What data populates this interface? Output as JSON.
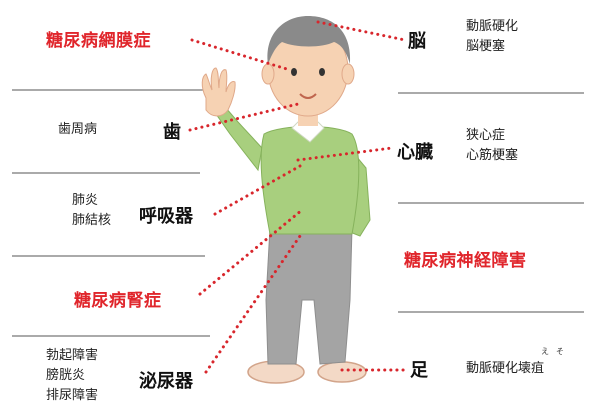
{
  "diseases": {
    "retinopathy": "糖尿病網膜症",
    "nephropathy": "糖尿病腎症",
    "neuropathy": "糖尿病神経障害"
  },
  "organs": {
    "brain": "脳",
    "teeth": "歯",
    "heart": "心臓",
    "respiratory": "呼吸器",
    "urinary": "泌尿器",
    "foot": "足"
  },
  "conditions": {
    "brain": [
      "動脈硬化",
      "脳梗塞"
    ],
    "teeth": [
      "歯周病"
    ],
    "heart": [
      "狭心症",
      "心筋梗塞"
    ],
    "respiratory": [
      "肺炎",
      "肺結核"
    ],
    "urinary": [
      "勃起障害",
      "膀胱炎",
      "排尿障害"
    ],
    "foot": "動脈硬化壊疽",
    "foot_ruby": [
      "え",
      "そ"
    ]
  },
  "colors": {
    "accent_red": "#e0262c",
    "leader_red": "#d8262c",
    "shirt_green": "#a8cf7e",
    "pants_gray": "#a4a4a4",
    "skin": "#f6d2b3",
    "hair_gray": "#8a8a8a",
    "divider": "#555555"
  }
}
